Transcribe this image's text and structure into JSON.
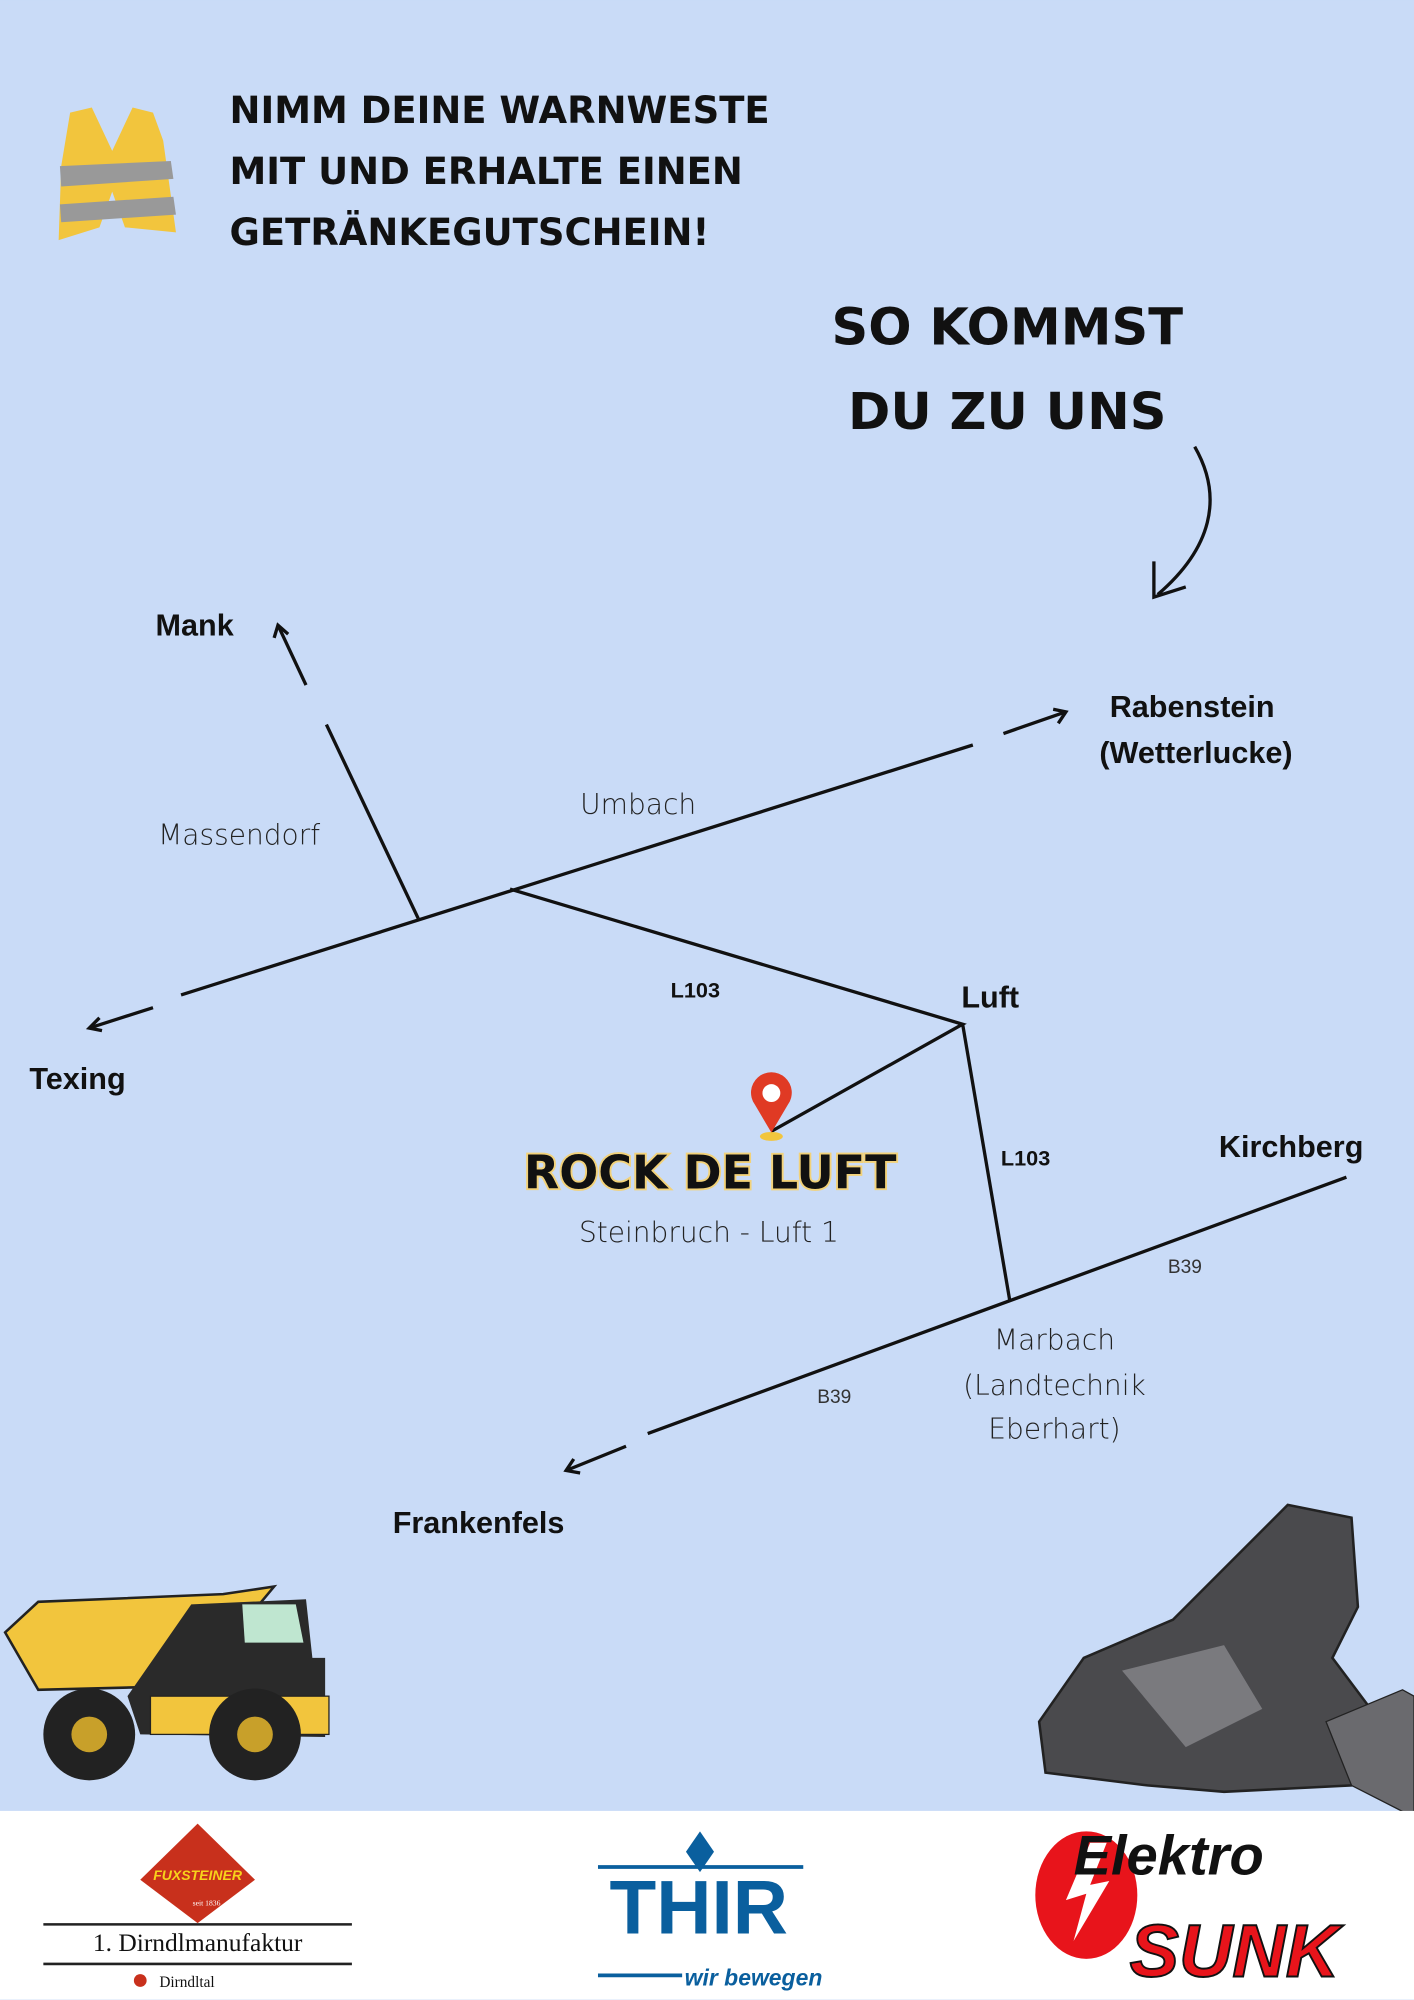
{
  "promo": {
    "lines": [
      "NIMM DEINE WARNWESTE",
      "MIT UND ERHALTE EINEN",
      "GETRÄNKEGUTSCHEIN!"
    ]
  },
  "directions_title": {
    "lines": [
      "SO KOMMST",
      "DU ZU UNS"
    ]
  },
  "map": {
    "places": {
      "mank": "Mank",
      "rabenstein": "Rabenstein",
      "rabenstein_sub": "(Wetterlucke)",
      "texing": "Texing",
      "luft": "Luft",
      "kirchberg": "Kirchberg",
      "frankenfels": "Frankenfels"
    },
    "villages": {
      "massendorf": "Massendorf",
      "umbach": "Umbach",
      "marbach": [
        "Marbach",
        "(Landtechnik",
        "Eberhart)"
      ]
    },
    "roads": {
      "l103_a": "L103",
      "l103_b": "L103",
      "b39_a": "B39",
      "b39_b": "B39"
    },
    "venue": {
      "name": "ROCK DE LUFT",
      "address": "Steinbruch - Luft 1"
    }
  },
  "sponsors": {
    "fuxsteiner": {
      "logo_text": "FUXSTEINER",
      "since": "seit 1836",
      "line1": "1. Dirndlmanufaktur",
      "line2": "Dirndltal"
    },
    "thir": {
      "logo_text": "THIR",
      "slogan": "wir bewegen"
    },
    "sunk": {
      "logo_text1": "Elektro",
      "logo_text2": "SUNK"
    }
  },
  "colors": {
    "background": "#c9dbf7",
    "pin": "#e03a24",
    "vest": "#f2c53d",
    "thir": "#0a5f9e",
    "sunk": "#e8141b"
  }
}
